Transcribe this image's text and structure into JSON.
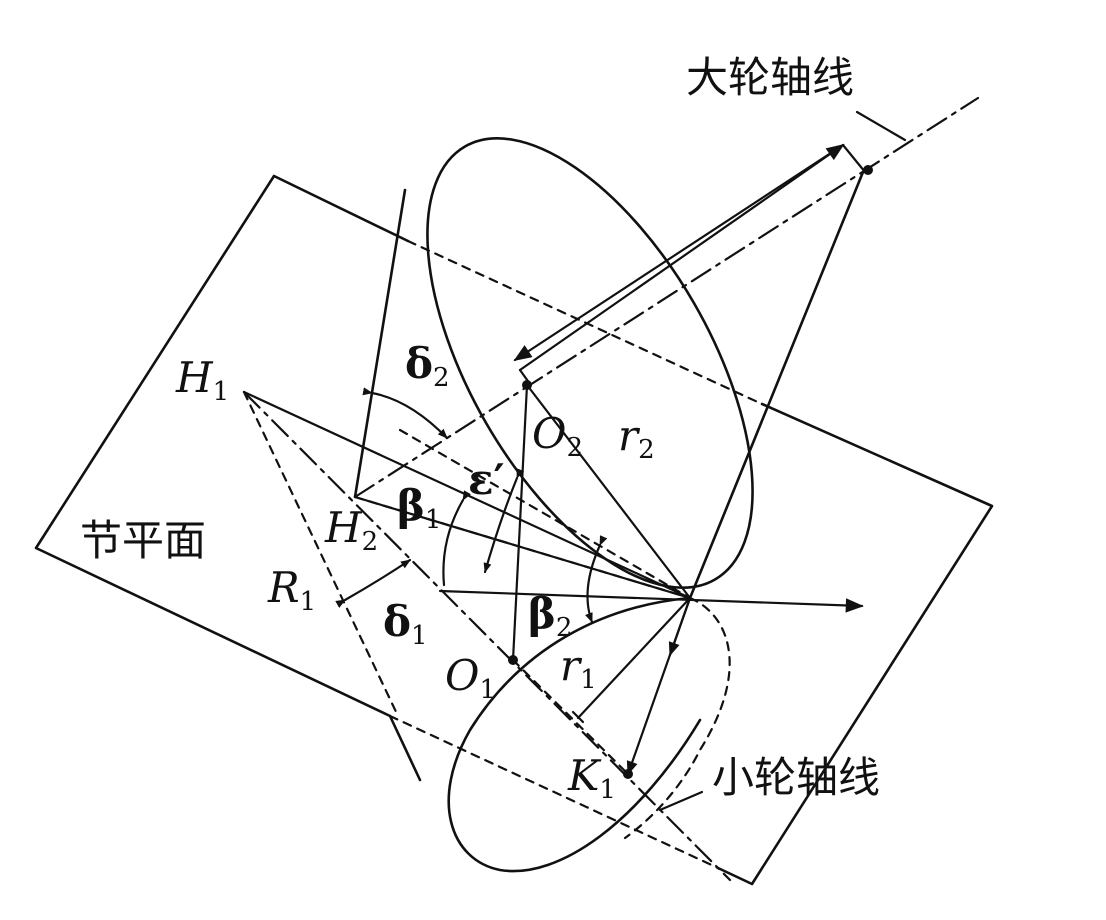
{
  "labels": {
    "big_axis": "大轮轴线",
    "small_axis": "小轮轴线",
    "pitch_plane": "节平面",
    "H1": {
      "main": "H",
      "sub": "1"
    },
    "H2": {
      "main": "H",
      "sub": "2"
    },
    "R1": {
      "main": "R",
      "sub": "1"
    },
    "O1": {
      "main": "O",
      "sub": "1"
    },
    "O2": {
      "main": "O",
      "sub": "2"
    },
    "K1": {
      "main": "K",
      "sub": "1"
    },
    "r1": {
      "main": "r",
      "sub": "1"
    },
    "r2": {
      "main": "r",
      "sub": "2"
    },
    "delta1": {
      "main": "δ",
      "sub": "1"
    },
    "delta2": {
      "main": "δ",
      "sub": "2"
    },
    "beta1": {
      "main": "β",
      "sub": "1"
    },
    "beta2": {
      "main": "β",
      "sub": "2"
    },
    "epsilon": "ε′"
  }
}
